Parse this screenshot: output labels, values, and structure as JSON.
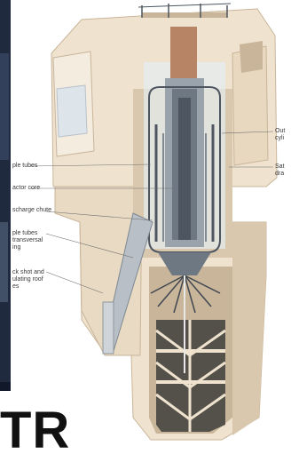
{
  "title_fragment": "TR",
  "colors": {
    "concrete": "#efe3cf",
    "concrete_shadow": "#d9c8ad",
    "concrete_dark": "#bca88a",
    "metal": "#9aa3ab",
    "metal_dark": "#4d5660",
    "copper": "#b88466",
    "left_photo": "#1f2a3f",
    "leader_line": "#6c6c6c"
  },
  "labels_left": [
    "ple tubes",
    "actor core",
    "scharge chute",
    "ple tubes\ntransversal\ning",
    "ck shot and\nulating roof\nes"
  ],
  "labels_right": [
    "Out\ncyli",
    "Sat\ndra"
  ]
}
